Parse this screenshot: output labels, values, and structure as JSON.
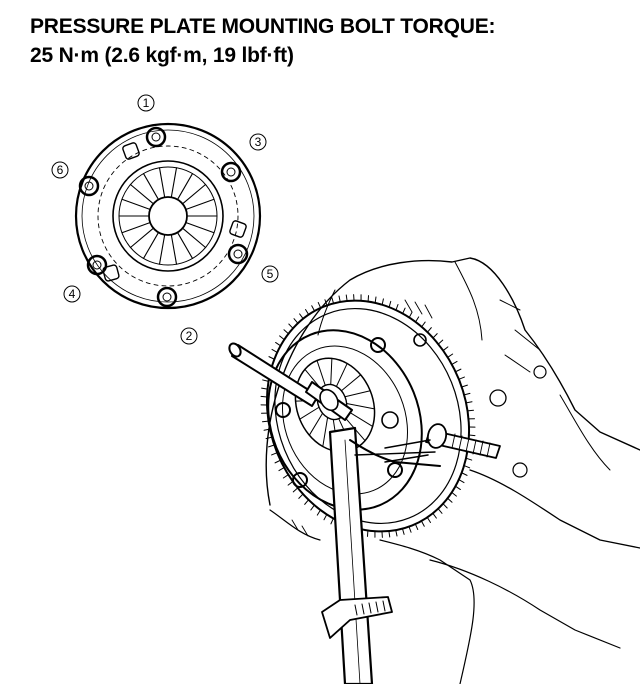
{
  "header": {
    "line1": "PRESSURE PLATE MOUNTING BOLT TORQUE:",
    "line2": "25 N·m (2.6 kgf·m, 19 lbf·ft)"
  },
  "sequence_labels": [
    "1",
    "2",
    "3",
    "4",
    "5",
    "6"
  ],
  "colors": {
    "ink": "#000000",
    "paper": "#ffffff"
  },
  "icons": [
    "pressure-plate-diagram",
    "clutch-alignment-tool",
    "torque-wrench-handle"
  ]
}
